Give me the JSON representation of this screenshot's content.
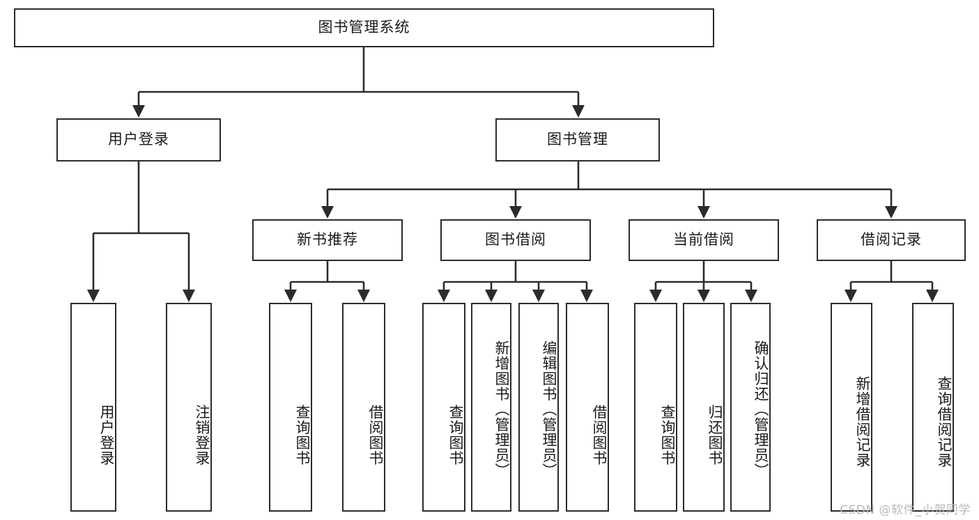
{
  "diagram": {
    "title": "图书管理系统",
    "type": "tree-structure-chart",
    "watermark": "CSDN @软件_小贺同学",
    "colors": {
      "stroke": "#2b2b2b",
      "fill": "#ffffff",
      "text": "#1a1a1a",
      "watermark": "#b9b9b9"
    },
    "root": {
      "label": "图书管理系统"
    },
    "level2": [
      {
        "id": "user-login",
        "label": "用户登录"
      },
      {
        "id": "book-manage",
        "label": "图书管理"
      }
    ],
    "level3": [
      {
        "id": "new-book-recommend",
        "label": "新书推荐",
        "parent": "book-manage"
      },
      {
        "id": "book-borrow",
        "label": "图书借阅",
        "parent": "book-manage"
      },
      {
        "id": "current-borrow",
        "label": "当前借阅",
        "parent": "book-manage"
      },
      {
        "id": "borrow-record",
        "label": "借阅记录",
        "parent": "book-manage"
      }
    ],
    "leaves": [
      {
        "id": "leaf-user-login",
        "label": "用户登录",
        "parent": "user-login"
      },
      {
        "id": "leaf-logout-login",
        "label": "注销登录",
        "parent": "user-login"
      },
      {
        "id": "leaf-query-book-1",
        "label": "查询图书",
        "parent": "new-book-recommend"
      },
      {
        "id": "leaf-borrow-book-1",
        "label": "借阅图书",
        "parent": "new-book-recommend"
      },
      {
        "id": "leaf-query-book-2",
        "label": "查询图书",
        "parent": "book-borrow"
      },
      {
        "id": "leaf-add-book",
        "label": "新增图书（管理员）",
        "parent": "book-borrow"
      },
      {
        "id": "leaf-edit-book",
        "label": "编辑图书（管理员）",
        "parent": "book-borrow"
      },
      {
        "id": "leaf-borrow-book-2",
        "label": "借阅图书",
        "parent": "book-borrow"
      },
      {
        "id": "leaf-query-book-3",
        "label": "查询图书",
        "parent": "current-borrow"
      },
      {
        "id": "leaf-return-book",
        "label": "归还图书",
        "parent": "current-borrow"
      },
      {
        "id": "leaf-confirm-return",
        "label": "确认归还（管理员）",
        "parent": "current-borrow"
      },
      {
        "id": "leaf-add-record",
        "label": "新增借阅记录",
        "parent": "borrow-record"
      },
      {
        "id": "leaf-query-record",
        "label": "查询借阅记录",
        "parent": "borrow-record"
      }
    ]
  }
}
